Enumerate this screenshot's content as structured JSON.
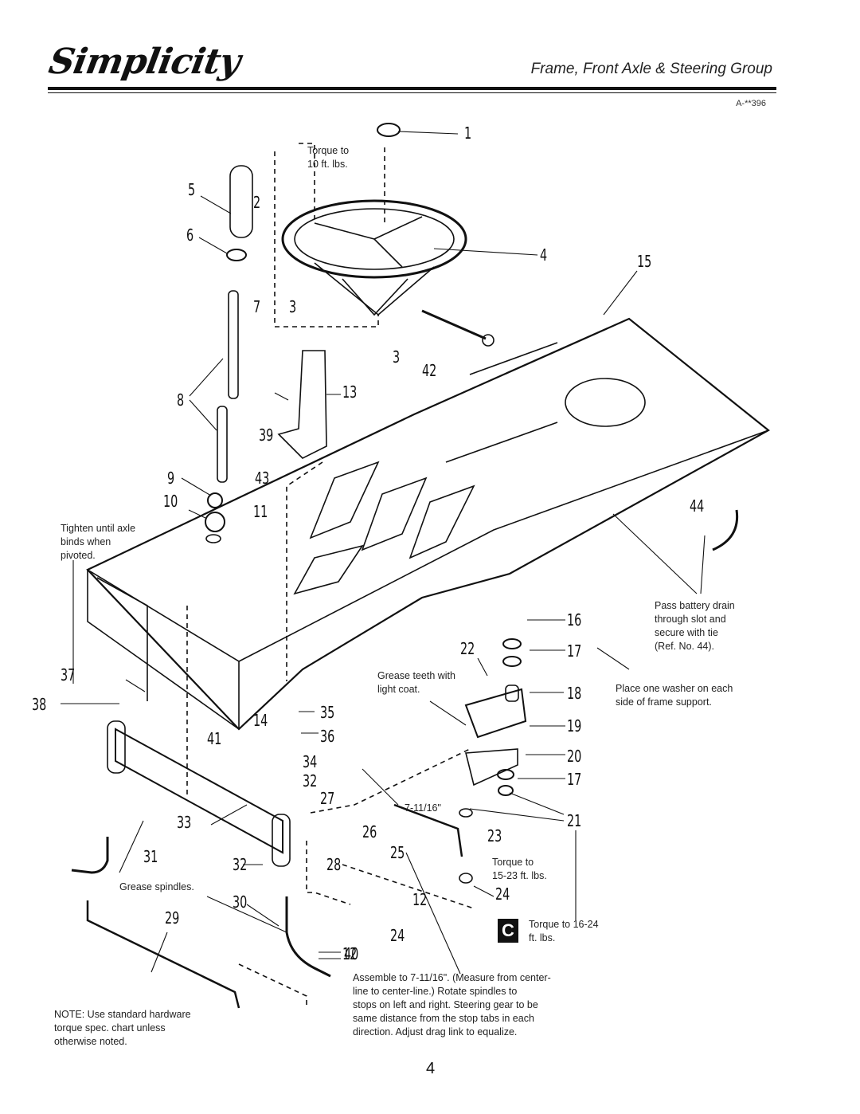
{
  "header": {
    "logo_text": "Simplicity",
    "title": "Frame, Front Axle & Steering Group",
    "ref_code": "A-**396"
  },
  "callouts": {
    "c1": "1",
    "c2": "2",
    "c3a": "3",
    "c3b": "3",
    "c4": "4",
    "c5": "5",
    "c6": "6",
    "c7": "7",
    "c8": "8",
    "c9": "9",
    "c10": "10",
    "c11": "11",
    "c12a": "12",
    "c12b": "12",
    "c13": "13",
    "c14": "14",
    "c15": "15",
    "c16": "16",
    "c17a": "17",
    "c17b": "17",
    "c18": "18",
    "c19": "19",
    "c20": "20",
    "c21": "21",
    "c22": "22",
    "c23": "23",
    "c24a": "24",
    "c24b": "24",
    "c25": "25",
    "c26": "26",
    "c27": "27",
    "c28": "28",
    "c29": "29",
    "c30": "30",
    "c31": "31",
    "c32a": "32",
    "c32b": "32",
    "c33": "33",
    "c34": "34",
    "c35": "35",
    "c36": "36",
    "c37": "37",
    "c38": "38",
    "c39": "39",
    "c40": "40",
    "c41": "41",
    "c42": "42",
    "c43": "43",
    "c44": "44"
  },
  "notes": {
    "torque_wheel": "Torque to\n10 ft. lbs.",
    "tighten_axle": "Tighten until axle\nbinds when\npivoted.",
    "battery_drain": "Pass battery drain\nthrough slot and\nsecure with tie\n(Ref. No. 44).",
    "washer": "Place one washer on each\nside of frame support.",
    "grease_teeth": "Grease teeth with\nlight coat.",
    "dimension": "7-11/16\"",
    "torque_15_23": "Torque to\n15-23 ft. lbs.",
    "torque_16_24": "Torque to 16-24\nft. lbs.",
    "grease_spindles": "Grease spindles.",
    "assemble": "Assemble to 7-11/16\". (Measure from center-\nline to center-line.) Rotate spindles to\nstops on left and right. Steering gear to be\nsame distance from the stop tabs in each\ndirection. Adjust drag link to equalize.",
    "hardware": "NOTE: Use standard hardware\ntorque spec. chart unless\notherwise noted."
  },
  "badge": "C",
  "page_number": "4"
}
